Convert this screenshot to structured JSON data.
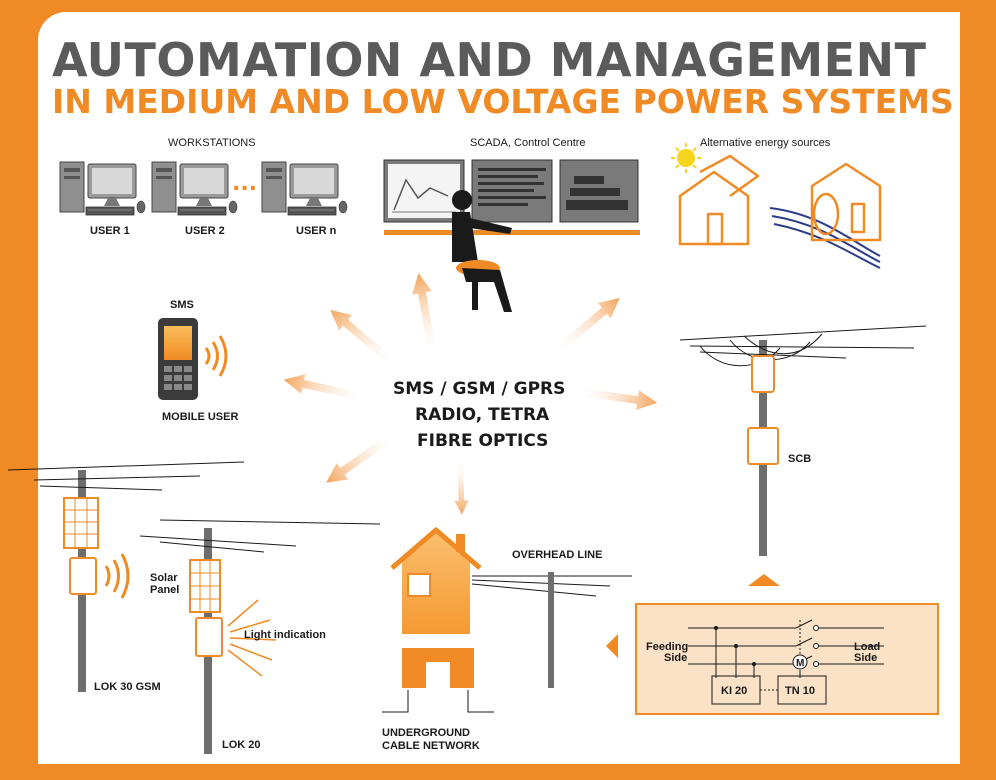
{
  "title": {
    "line1": "AUTOMATION AND MANAGEMENT",
    "line2": "IN MEDIUM AND LOW VOLTAGE POWER SYSTEMS"
  },
  "workstations": {
    "heading": "WORKSTATIONS",
    "users": [
      "USER 1",
      "USER 2",
      "USER n"
    ],
    "ellipsis": "..."
  },
  "scada": {
    "heading": "SCADA, Control Centre"
  },
  "alternative": {
    "heading": "Alternative energy sources"
  },
  "mobile": {
    "top_label": "SMS",
    "bottom_label": "MOBILE USER"
  },
  "comms": {
    "line1": "SMS / GSM / GPRS",
    "line2": "RADIO, TETRA",
    "line3": "FIBRE OPTICS"
  },
  "scb": {
    "label": "SCB"
  },
  "lok30": {
    "label": "LOK 30 GSM",
    "solar_line1": "Solar",
    "solar_line2": "Panel"
  },
  "lok20": {
    "label": "LOK 20",
    "light_label": "Light indication"
  },
  "house": {
    "overhead_label": "OVERHEAD LINE",
    "underground_line1": "UNDERGROUND",
    "underground_line2": "CABLE NETWORK"
  },
  "circuit": {
    "feeding_line1": "Feeding",
    "feeding_line2": "Side",
    "load_line1": "Load",
    "load_line2": "Side",
    "motor": "M",
    "ki": "KI 20",
    "tn": "TN 10"
  },
  "colors": {
    "orange": "#f08a24",
    "grey": "#5b5b5b",
    "light_orange": "#fce3c8",
    "box_fill": "#fbe1c5"
  }
}
